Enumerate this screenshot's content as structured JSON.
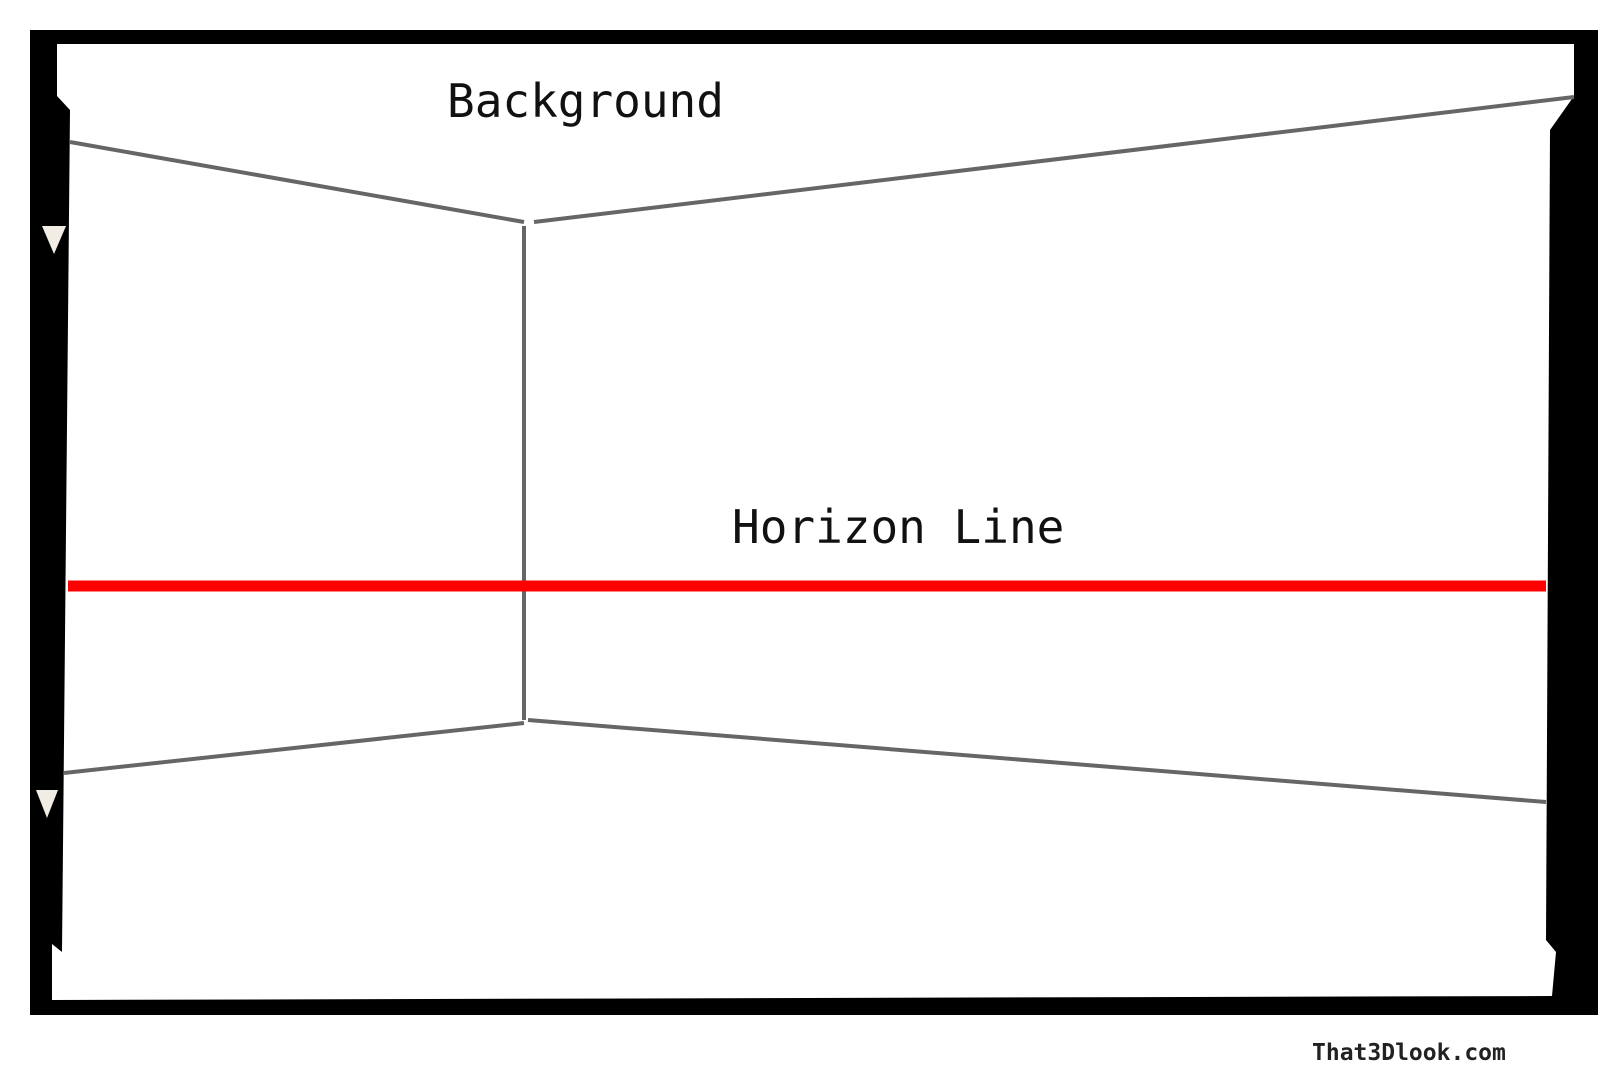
{
  "labels": {
    "background": "Background",
    "horizon_line": "Horizon Line"
  },
  "watermark": "That3Dlook.com",
  "colors": {
    "frame": "#000000",
    "perspective_lines": "#666666",
    "horizon_line": "#ff0000",
    "canvas": "#ffffff",
    "markers": "#f2ede4"
  },
  "icons": {
    "top_marker": "triangle-down",
    "bottom_marker": "triangle-down"
  }
}
